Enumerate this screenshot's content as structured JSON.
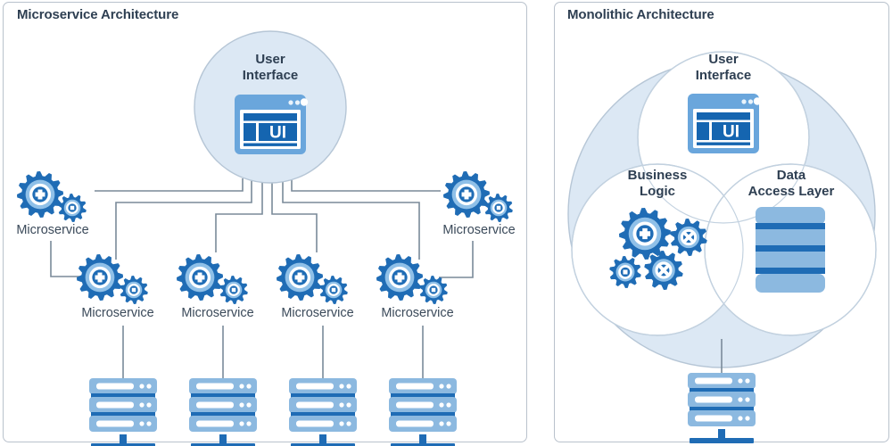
{
  "panels": {
    "microservice": {
      "title": "Microservice Architecture"
    },
    "monolithic": {
      "title": "Monolithic Architecture"
    }
  },
  "colors": {
    "panel_border": "#b9c2cc",
    "title_text": "#2e3f52",
    "label_text": "#3b4a5a",
    "connector_line": "#7a8a99",
    "circle_fill": "#dce8f4",
    "circle_stroke": "#b6c6d6",
    "gear_dark": "#1f6cb5",
    "gear_mid": "#2e7ec4",
    "gear_light": "#8fc0e8",
    "gear_outline": "#14508c",
    "ui_window_frame": "#6aa6dc",
    "ui_window_screen": "#1565b0",
    "server_body": "#8cb9e0",
    "server_bar": "#1f6cb5",
    "server_slot": "#ffffff",
    "layer_light": "#8cb9e0",
    "layer_dark": "#1f6cb5"
  },
  "microservice": {
    "hub": {
      "label_line1": "User",
      "label_line2": "Interface",
      "icon": "ui-browser-window-icon"
    },
    "nodes": [
      {
        "id": "ms-left",
        "label": "Microservice",
        "icon": "gears-icon"
      },
      {
        "id": "ms-right",
        "label": "Microservice",
        "icon": "gears-icon"
      },
      {
        "id": "ms-row2-1",
        "label": "Microservice",
        "icon": "gears-icon"
      },
      {
        "id": "ms-row2-2",
        "label": "Microservice",
        "icon": "gears-icon"
      },
      {
        "id": "ms-row2-3",
        "label": "Microservice",
        "icon": "gears-icon"
      },
      {
        "id": "ms-row2-4",
        "label": "Microservice",
        "icon": "gears-icon"
      }
    ],
    "servers": [
      {
        "id": "srv-1",
        "icon": "server-rack-icon"
      },
      {
        "id": "srv-2",
        "icon": "server-rack-icon"
      },
      {
        "id": "srv-3",
        "icon": "server-rack-icon"
      },
      {
        "id": "srv-4",
        "icon": "server-rack-icon"
      }
    ]
  },
  "monolithic": {
    "circles": [
      {
        "id": "mono-ui",
        "label_line1": "User",
        "label_line2": "Interface",
        "icon": "ui-browser-window-icon"
      },
      {
        "id": "mono-business",
        "label_line1": "Business",
        "label_line2": "Logic",
        "icon": "gears-cluster-icon"
      },
      {
        "id": "mono-data",
        "label_line1": "Data",
        "label_line2": "Access Layer",
        "icon": "stacked-layers-icon"
      }
    ],
    "server": {
      "id": "mono-server",
      "icon": "server-rack-icon"
    }
  }
}
